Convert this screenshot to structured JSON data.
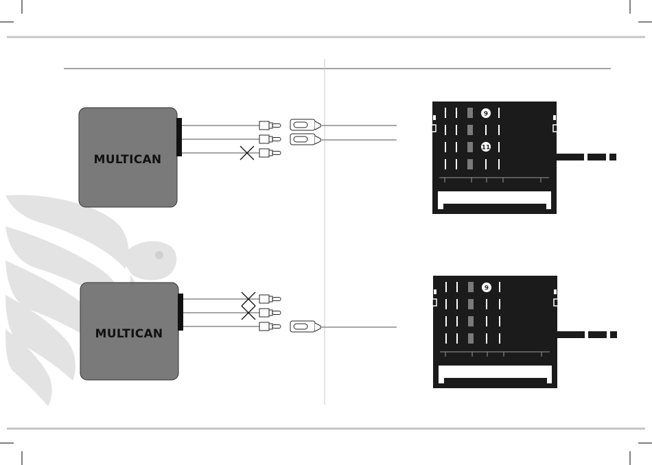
{
  "modules": [
    {
      "label": "MULTICAN"
    },
    {
      "label": "MULTICAN"
    }
  ],
  "connector_top": {
    "pin_labels": [
      "9",
      "11"
    ]
  },
  "connector_bottom": {
    "pin_labels": [
      "9"
    ]
  },
  "colors": {
    "module_fill": "#7a7a7a",
    "module_stroke": "#333333",
    "connector_fill": "#1b1b1b",
    "wire": "#888888",
    "rule": "#bdbdbd",
    "watermark": "#e4e4e4"
  }
}
